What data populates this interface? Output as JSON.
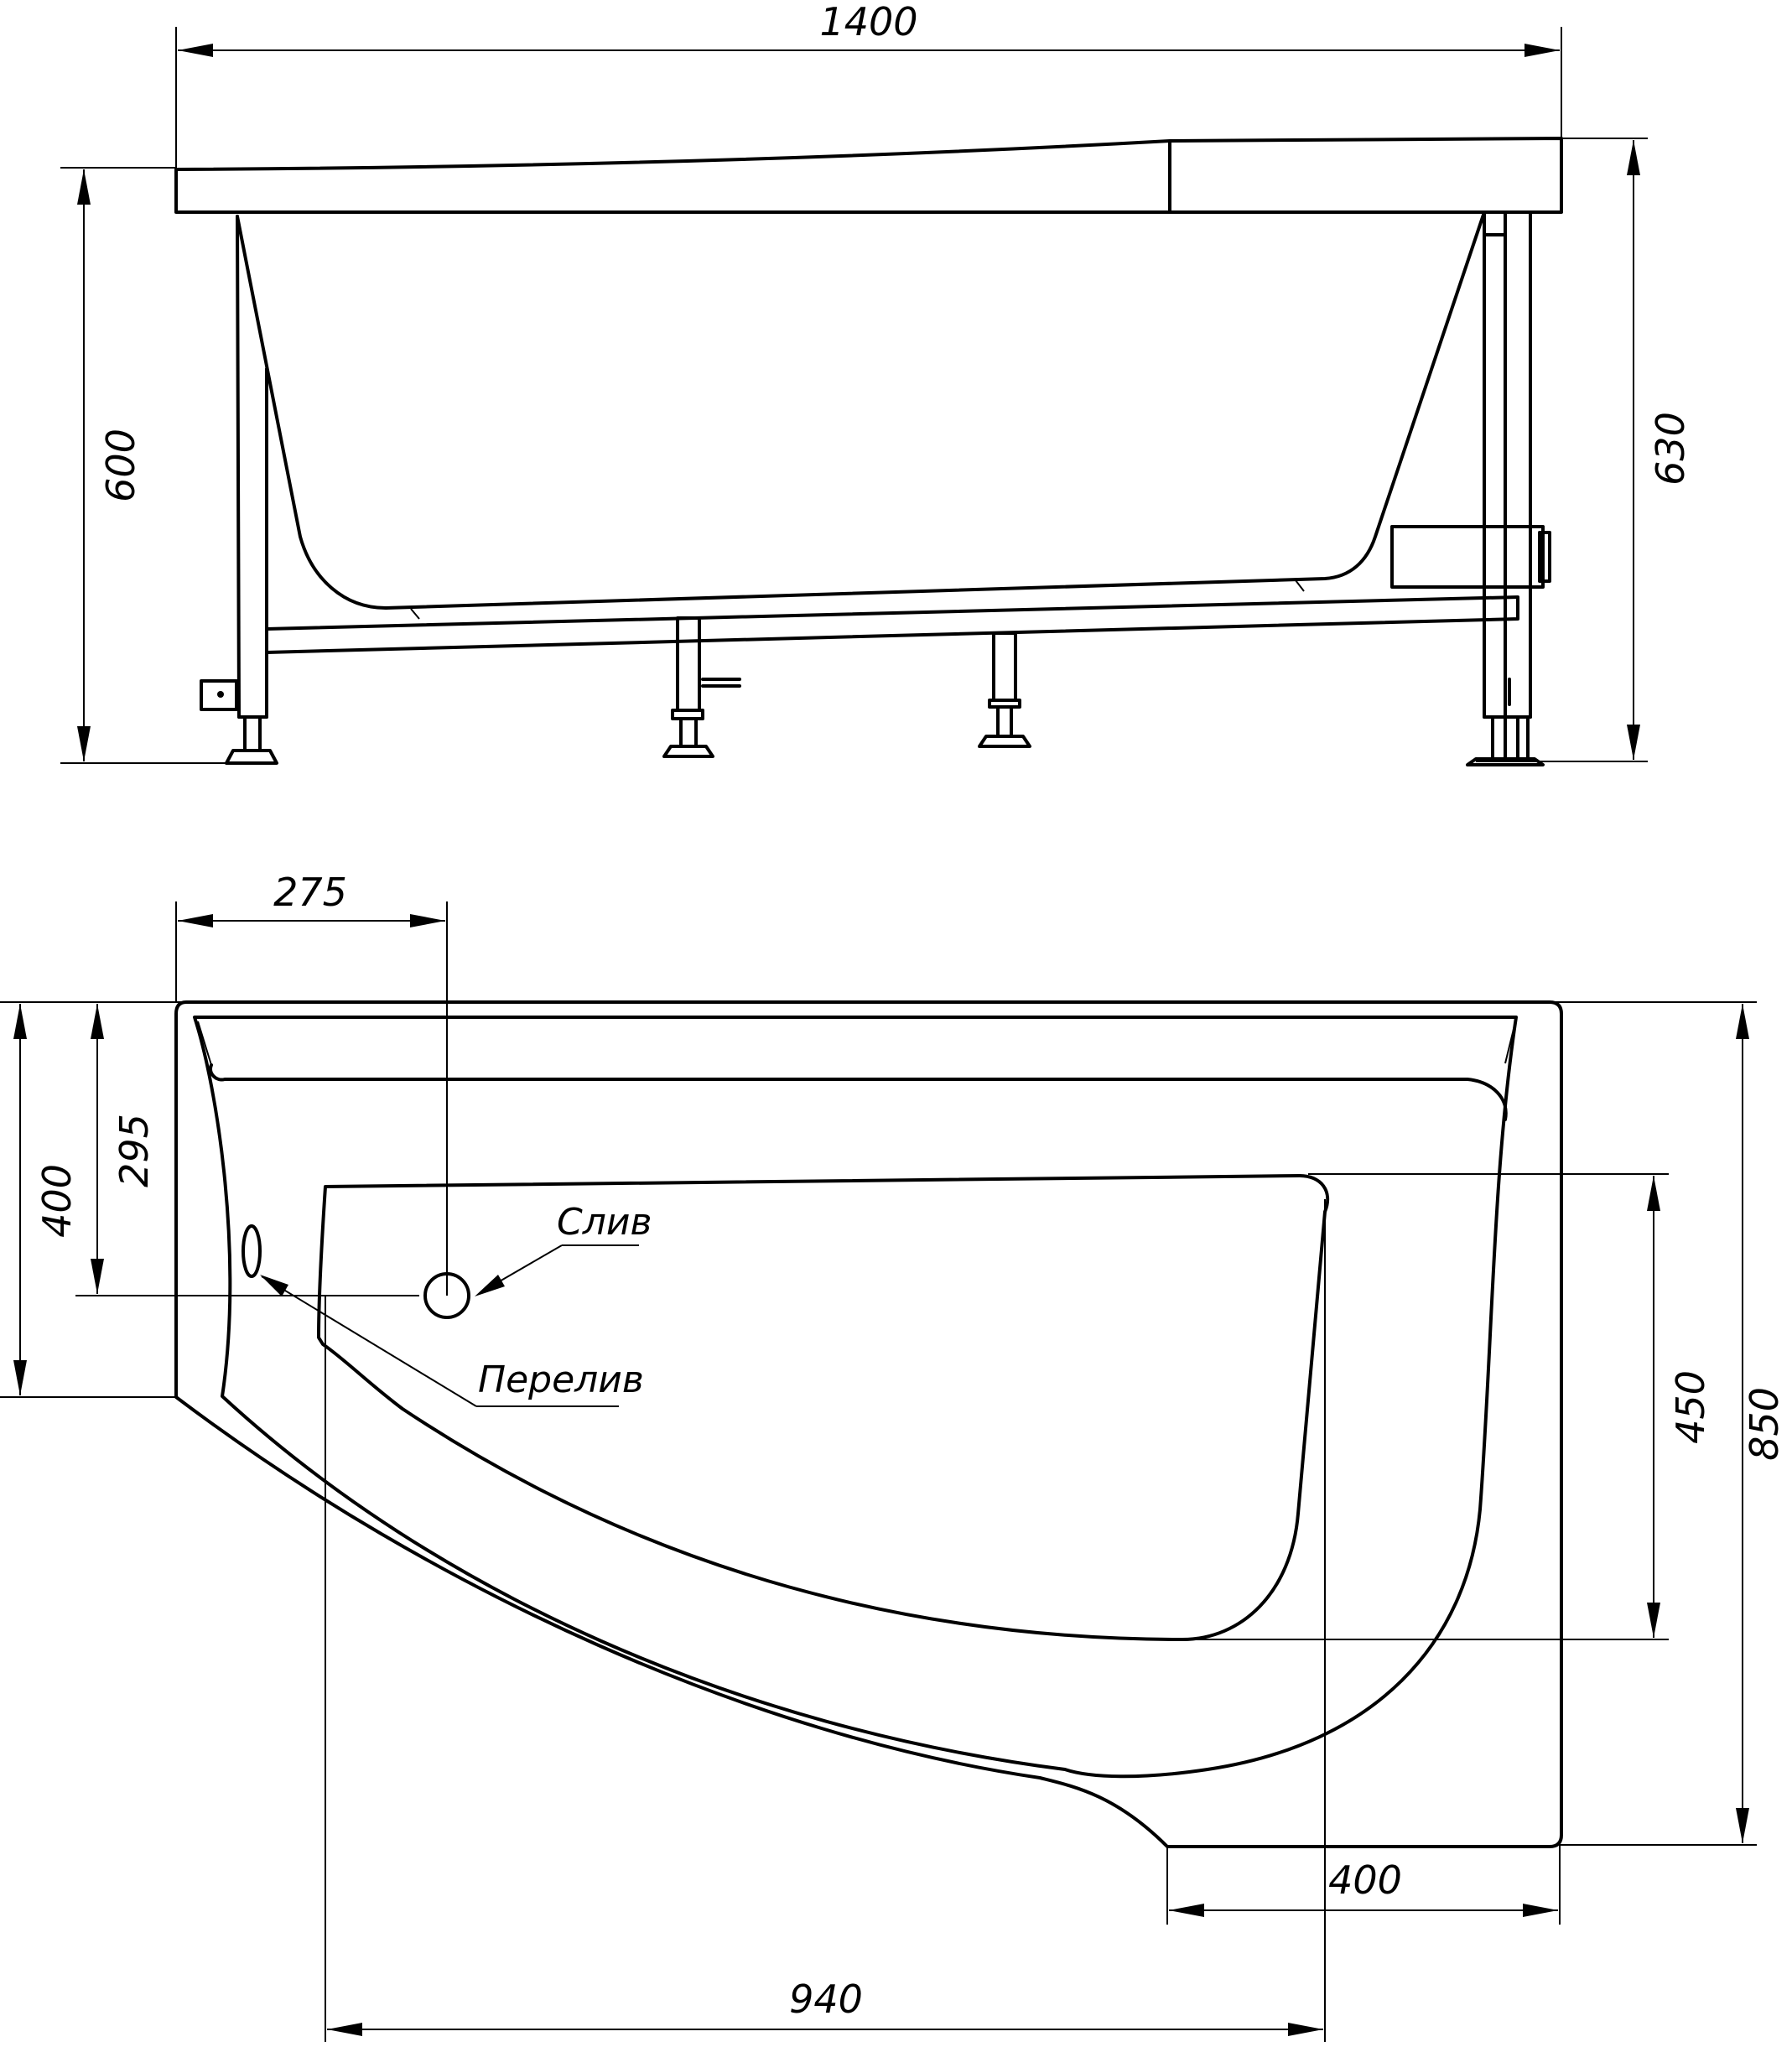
{
  "dimensions": {
    "total_length": "1400",
    "total_height": "600",
    "height_with_frame": "630",
    "drain_offset_x": "275",
    "drain_offset_y": "295",
    "left_end_width": "400",
    "total_width": "850",
    "bowl_width": "450",
    "bottom_end_width": "400",
    "bowl_length": "940"
  },
  "callouts": {
    "drain": "Слив",
    "overflow": "Перелив"
  }
}
